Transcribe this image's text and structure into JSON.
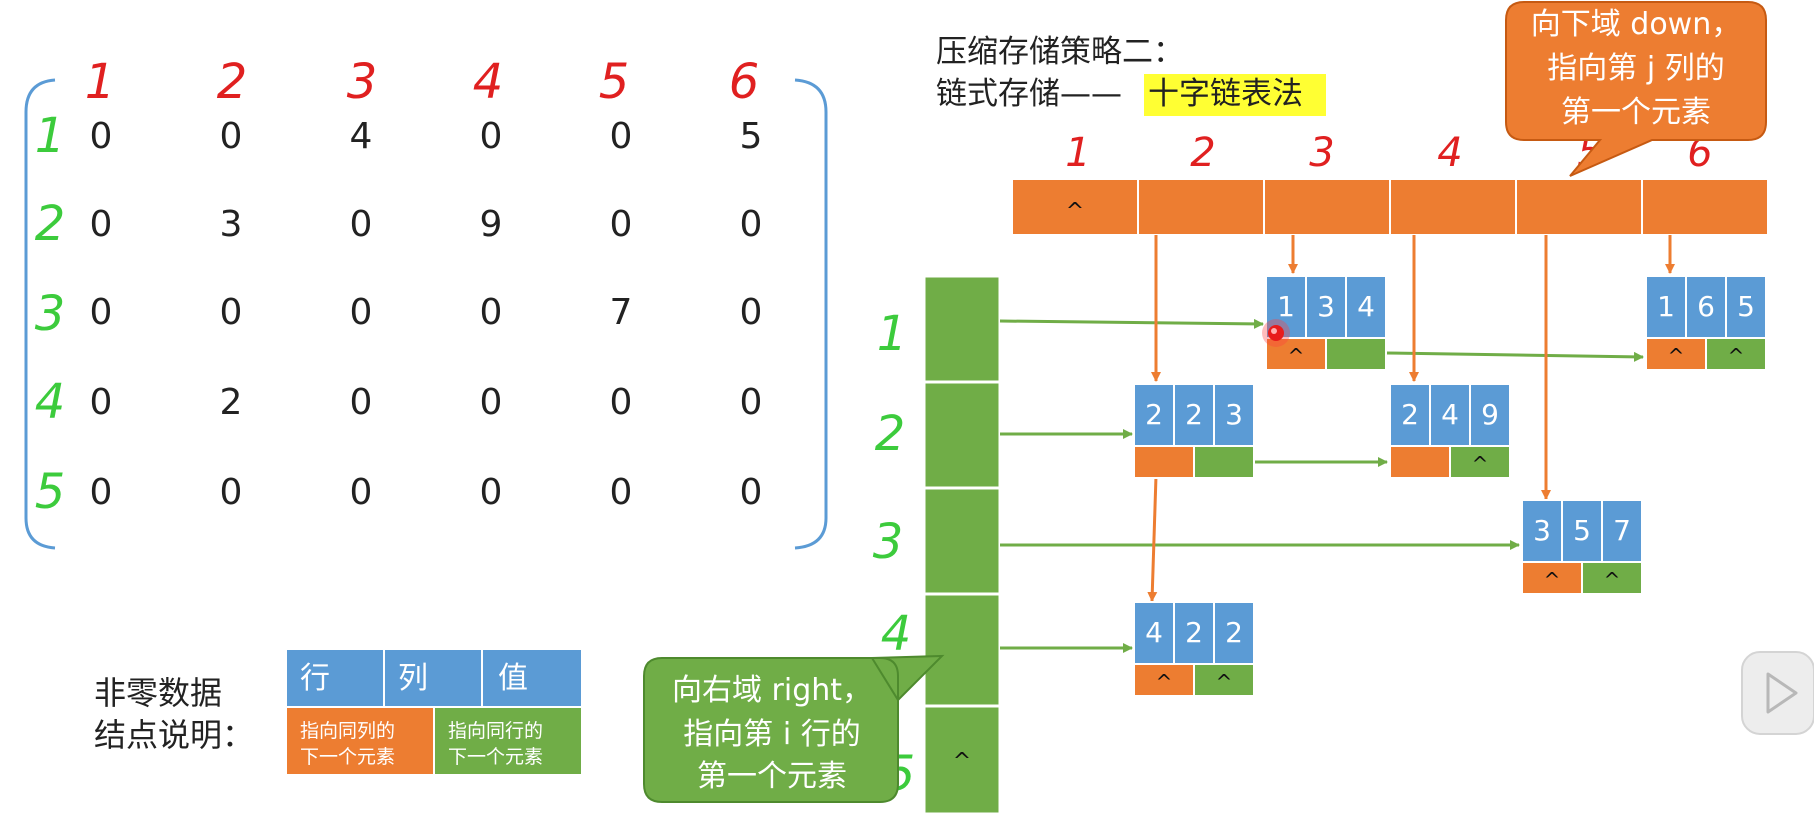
{
  "matrix": {
    "col_labels": [
      "1",
      "2",
      "3",
      "4",
      "5",
      "6"
    ],
    "row_labels": [
      "1",
      "2",
      "3",
      "4",
      "5"
    ],
    "rows": [
      [
        "0",
        "0",
        "4",
        "0",
        "0",
        "5"
      ],
      [
        "0",
        "3",
        "0",
        "9",
        "0",
        "0"
      ],
      [
        "0",
        "0",
        "0",
        "0",
        "7",
        "0"
      ],
      [
        "0",
        "2",
        "0",
        "0",
        "0",
        "0"
      ],
      [
        "0",
        "0",
        "0",
        "0",
        "0",
        "0"
      ]
    ]
  },
  "title": {
    "line1": "压缩存储策略二：",
    "line2_prefix": "链式存储——",
    "line2_highlight": "十字链表法"
  },
  "col_head": {
    "labels": [
      "1",
      "2",
      "3",
      "4",
      "5",
      "6"
    ],
    "first_cell": "^"
  },
  "row_head": {
    "labels": [
      "1",
      "2",
      "3",
      "4",
      "5"
    ],
    "last_cell": "^"
  },
  "nodes": [
    {
      "i": "1",
      "j": "3",
      "v": "4",
      "down": "^",
      "right": ""
    },
    {
      "i": "1",
      "j": "6",
      "v": "5",
      "down": "^",
      "right": "^"
    },
    {
      "i": "2",
      "j": "2",
      "v": "3",
      "down": "",
      "right": ""
    },
    {
      "i": "2",
      "j": "4",
      "v": "9",
      "down": "",
      "right": "^"
    },
    {
      "i": "3",
      "j": "5",
      "v": "7",
      "down": "^",
      "right": "^"
    },
    {
      "i": "4",
      "j": "2",
      "v": "2",
      "down": "^",
      "right": "^"
    }
  ],
  "callout_down": {
    "line1": "向下域 down，",
    "line2": "指向第 j 列的",
    "line3": "第一个元素"
  },
  "callout_right": {
    "line1": "向右域 right，",
    "line2": "指向第 i 行的",
    "line3": "第一个元素"
  },
  "legend": {
    "label_line1": "非零数据",
    "label_line2": "结点说明：",
    "cells": [
      "行",
      "列",
      "值"
    ],
    "down_line1": "指向同列的",
    "down_line2": "下一个元素",
    "right_line1": "指向同行的",
    "right_line2": "下一个元素"
  },
  "colors": {
    "orange": "#ED7D31",
    "green": "#70AD47",
    "blue": "#5B9BD5",
    "red": "#E02020",
    "hw_green": "#3CCB3C",
    "bracket": "#5B9BD5",
    "highlight": "#FFFF33"
  }
}
